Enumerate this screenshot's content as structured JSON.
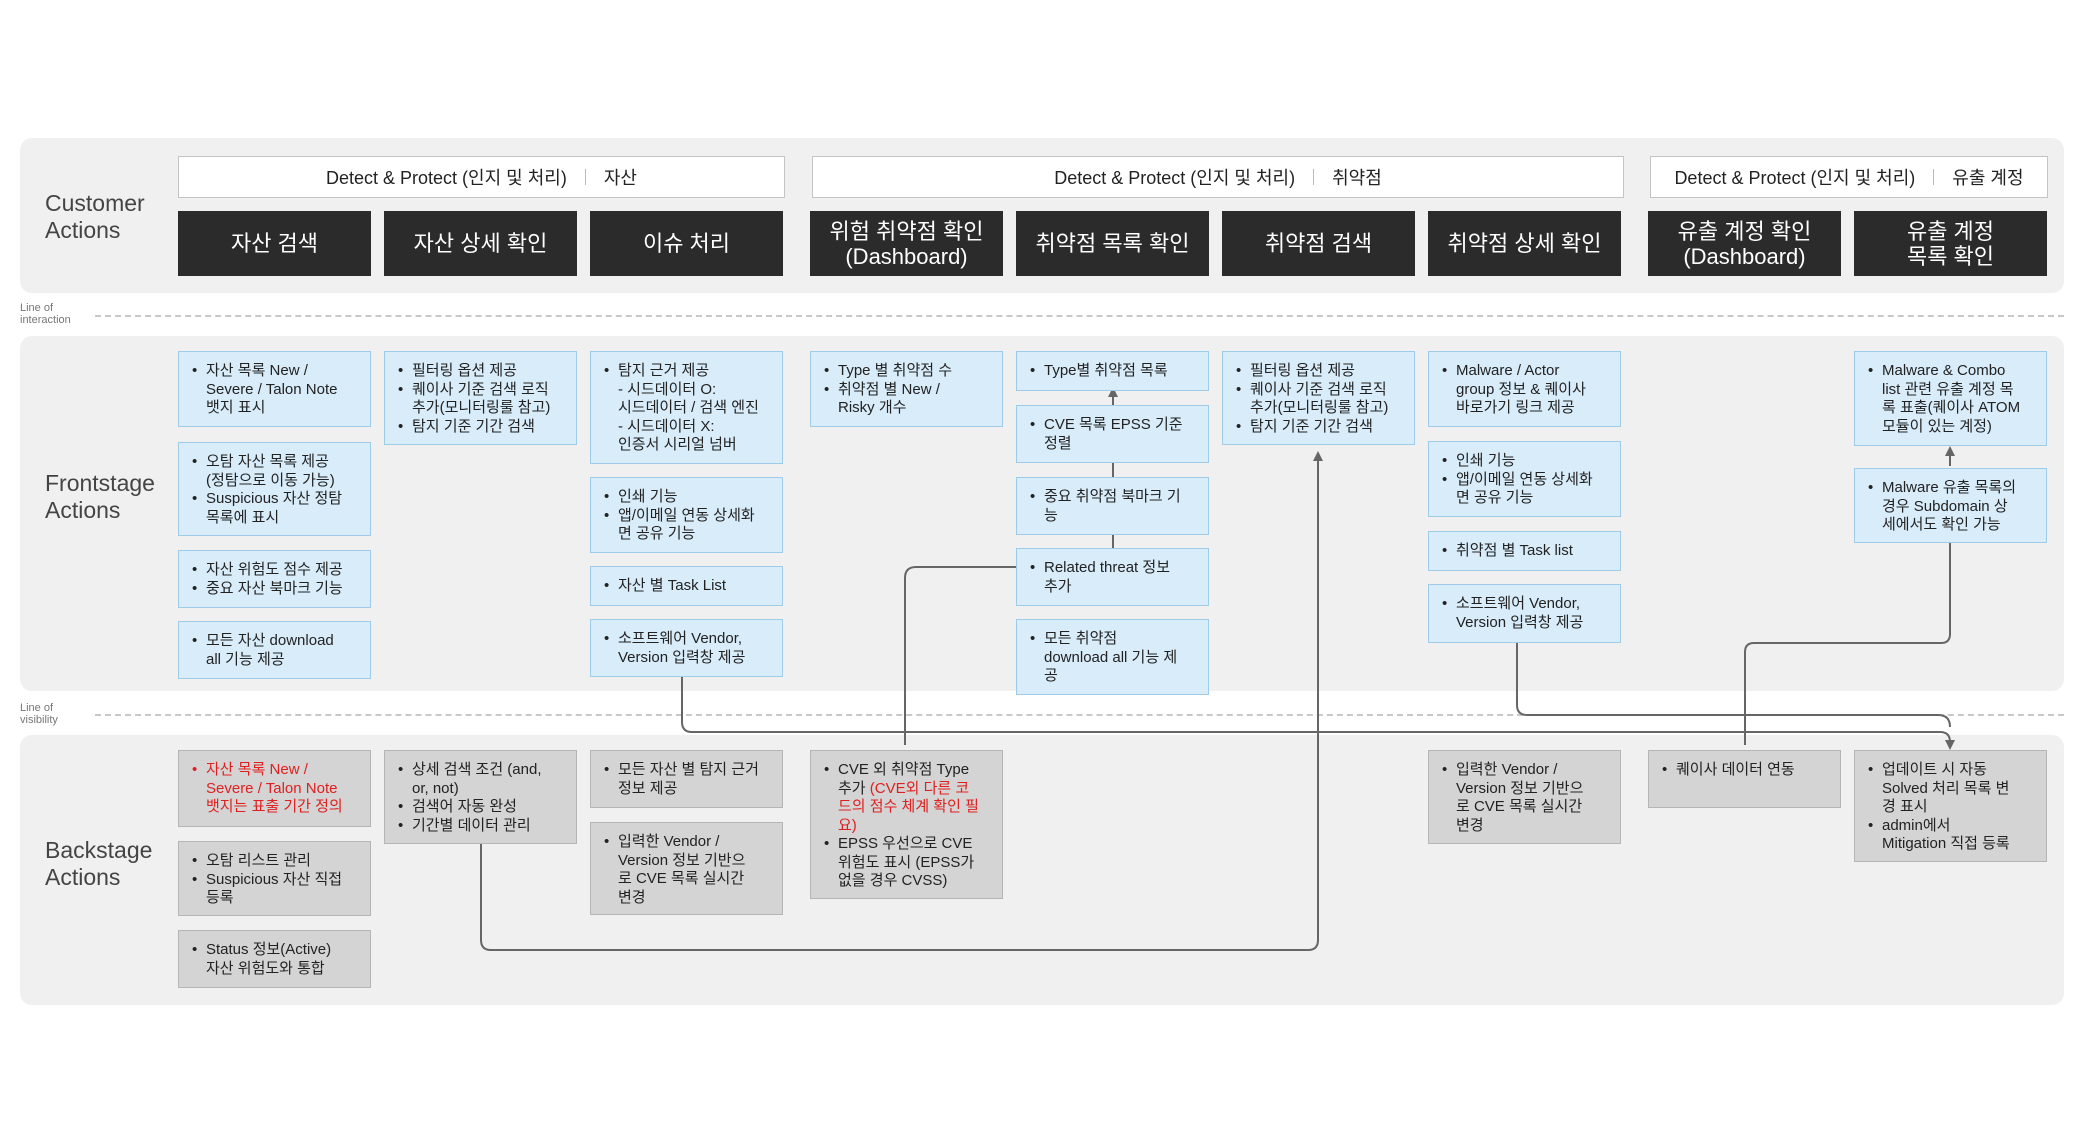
{
  "lanes": {
    "customer": "Customer\nActions",
    "frontstage": "Frontstage\nActions",
    "backstage": "Backstage\nActions"
  },
  "dividers": {
    "interaction": "Line of\ninteraction",
    "visibility": "Line of\nvisibility"
  },
  "categories": [
    {
      "main": "Detect & Protect (인지 및 처리)",
      "sub": "자산"
    },
    {
      "main": "Detect & Protect (인지 및 처리)",
      "sub": "취약점"
    },
    {
      "main": "Detect & Protect (인지 및 처리)",
      "sub": "유출 계정"
    }
  ],
  "actions": [
    "자산 검색",
    "자산 상세 확인",
    "이슈 처리",
    "위험 취약점 확인\n(Dashboard)",
    "취약점 목록 확인",
    "취약점 검색",
    "취약점 상세 확인",
    "유출 계정 확인\n(Dashboard)",
    "유출 계정\n목록 확인"
  ],
  "frontstage": {
    "col1": [
      [
        "자산 목록 New /\nSevere / Talon Note\n뱃지 표시"
      ],
      [
        "오탐 자산 목록 제공\n(정탐으로 이동 가능)",
        "Suspicious 자산 정탐\n목록에 표시"
      ],
      [
        "자산 위험도 점수 제공",
        "중요 자산 북마크 기능"
      ],
      [
        "모든 자산 download\nall 기능 제공"
      ]
    ],
    "col2": [
      [
        "필터링 옵션 제공",
        "퀘이사 기준 검색 로직\n추가(모니터링룰 참고)",
        "탐지 기준 기간 검색"
      ]
    ],
    "col3": [
      [
        "탐지 근거 제공\n- 시드데이터 O:\n시드데이터 / 검색 엔진\n- 시드데이터 X:\n인증서 시리얼 넘버"
      ],
      [
        "인쇄 기능",
        "앱/이메일 연동 상세화\n면 공유 기능"
      ],
      [
        "자산 별 Task List"
      ],
      [
        "소프트웨어 Vendor,\nVersion 입력창 제공"
      ]
    ],
    "col4": [
      [
        "Type 별 취약점 수",
        "취약점 별 New /\nRisky 개수"
      ]
    ],
    "col5": [
      [
        "Type별 취약점 목록"
      ],
      [
        "CVE 목록 EPSS 기준\n정렬"
      ],
      [
        "중요 취약점 북마크 기\n능"
      ],
      [
        "Related threat 정보\n추가"
      ],
      [
        "모든 취약점\ndownload all 기능 제\n공"
      ]
    ],
    "col6": [
      [
        "필터링 옵션 제공",
        "퀘이사 기준 검색 로직\n추가(모니터링룰 참고)",
        "탐지 기준 기간 검색"
      ]
    ],
    "col7": [
      [
        "Malware / Actor\ngroup 정보 & 퀘이사\n바로가기 링크 제공"
      ],
      [
        "인쇄 기능",
        "앱/이메일 연동 상세화\n면 공유 기능"
      ],
      [
        "취약점 별 Task list"
      ],
      [
        "소프트웨어 Vendor,\nVersion 입력창 제공"
      ]
    ],
    "col9": [
      [
        "Malware & Combo\nlist 관련 유출 계정 목\n록 표출(퀘이사 ATOM\n모듈이 있는 계정)"
      ],
      [
        "Malware 유출 목록의\n경우 Subdomain 상\n세에서도 확인 가능"
      ]
    ]
  },
  "backstage": {
    "col1": [
      [
        "자산 목록 New /\nSevere / Talon Note\n뱃지는 표출 기간 정의"
      ],
      [
        "오탐 리스트 관리",
        "Suspicious 자산 직접\n등록"
      ],
      [
        "Status 정보(Active)\n자산 위험도와 통합"
      ]
    ],
    "col2": [
      [
        "상세 검색 조건 (and,\nor, not)",
        "검색어 자동 완성",
        "기간별 데이터 관리"
      ]
    ],
    "col3": [
      [
        "모든 자산 별 탐지 근거\n정보 제공"
      ],
      [
        "입력한 Vendor /\nVersion 정보 기반으\n로 CVE 목록 실시간\n변경"
      ]
    ],
    "col4": [
      {
        "pre": "CVE 외 취약점 Type\n추가 ",
        "red": "(CVE외 다른 코\n드의 점수 체계 확인 필\n요)"
      },
      "EPSS 우선으로 CVE\n위험도 표시 (EPSS가\n없을 경우 CVSS)"
    ],
    "col7": [
      [
        "입력한 Vendor /\nVersion 정보 기반으\n로 CVE 목록 실시간\n변경"
      ]
    ],
    "col8": [
      [
        "퀘이사 데이터 연동"
      ]
    ],
    "col9": [
      [
        "업데이트 시 자동\nSolved 처리 목록 변\n경 표시",
        "admin에서\nMitigation 직접 등록"
      ]
    ]
  },
  "colors": {
    "lane_bg": "#f0f0f0",
    "action_bg": "#2b2b2b",
    "front_bg": "#d8ecfa",
    "front_border": "#9ecbe8",
    "back_bg": "#d4d4d4",
    "connector": "#666666",
    "highlight": "#e02020"
  }
}
